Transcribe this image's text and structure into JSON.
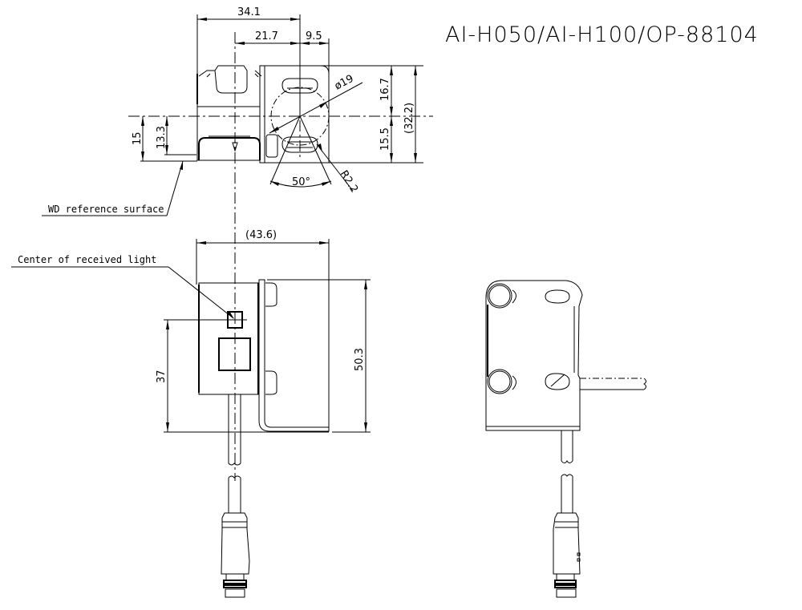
{
  "title": "AI-H050/AI-H100/OP-88104",
  "top_view": {
    "dims": {
      "overall_width": "34.1",
      "center_to_axis": "21.7",
      "axis_to_edge": "9.5",
      "hole_diameter": "ø19",
      "upper_height": "16.7",
      "lower_height": "15.5",
      "total_height": "(32.2)",
      "ref_height_15": "15",
      "ref_height_13_3": "13.3",
      "angle": "50°",
      "radius": "R2.2"
    },
    "callouts": {
      "wd_reference": "WD reference surface"
    }
  },
  "front_view": {
    "dims": {
      "overall_depth": "(43.6)",
      "center_height": "37",
      "bracket_height": "50.3"
    },
    "callouts": {
      "center_received_light": "Center of received light"
    }
  },
  "side_view": {
    "label": ""
  }
}
